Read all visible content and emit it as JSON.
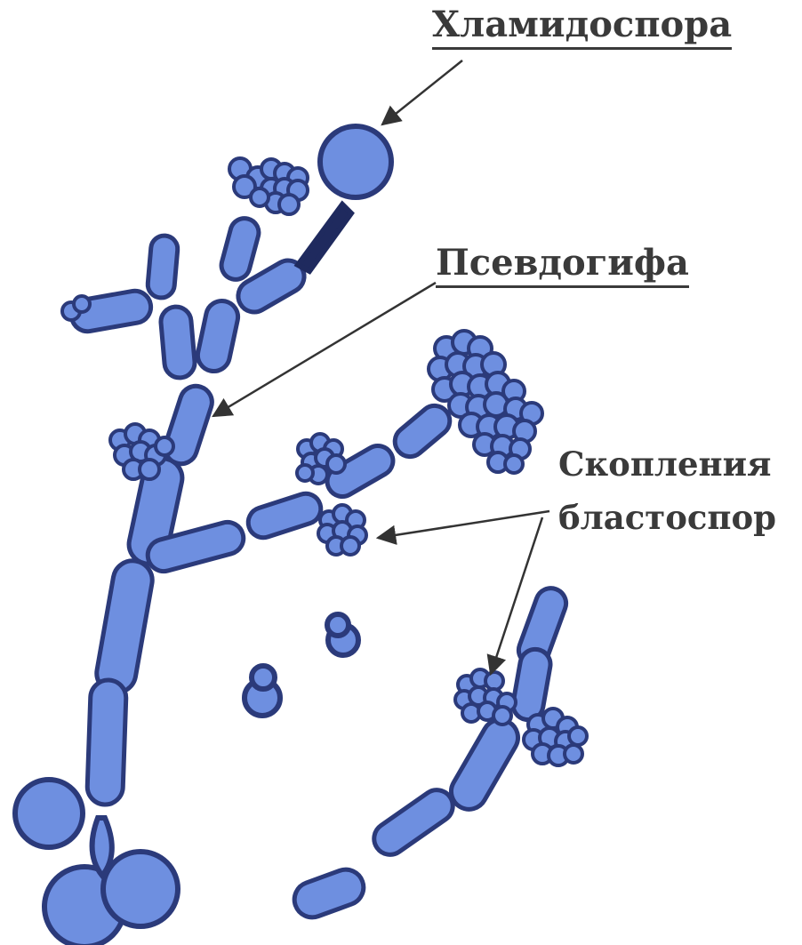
{
  "labels": {
    "chlamydospore": "Хламидоспора",
    "pseudohypha": "Псевдогифа",
    "blastospore_line1": "Скопления",
    "blastospore_line2": "бластоспор"
  },
  "colors": {
    "cell_fill": "#6e8fe0",
    "cell_stroke": "#2b3a7a",
    "label_text": "#3a3a3a",
    "arrow": "#333333"
  }
}
